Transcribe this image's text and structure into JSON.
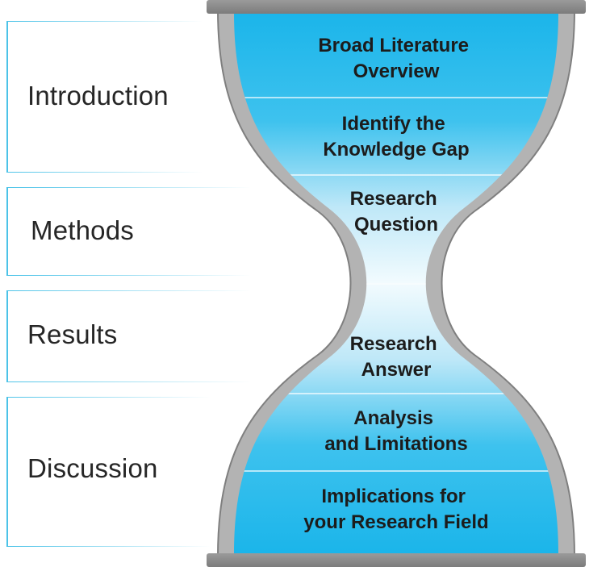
{
  "sections": [
    {
      "label": "Introduction"
    },
    {
      "label": "Methods"
    },
    {
      "label": "Results"
    },
    {
      "label": "Discussion"
    }
  ],
  "steps": [
    {
      "line1": "Broad Literature",
      "line2": "Overview"
    },
    {
      "line1": "Identify the",
      "line2": "Knowledge Gap"
    },
    {
      "line1": "Research",
      "line2": "Question"
    },
    {
      "line1": "Research",
      "line2": "Answer"
    },
    {
      "line1": "Analysis",
      "line2": "and Limitations"
    },
    {
      "line1": "Implications for",
      "line2": "your Research Field"
    }
  ],
  "colors": {
    "accent": "#1bb5ea",
    "bracket": "#4cc3e8",
    "frame": "#8e8e8e",
    "glass": "#a8a8a8",
    "text": "#1c1c1c"
  }
}
